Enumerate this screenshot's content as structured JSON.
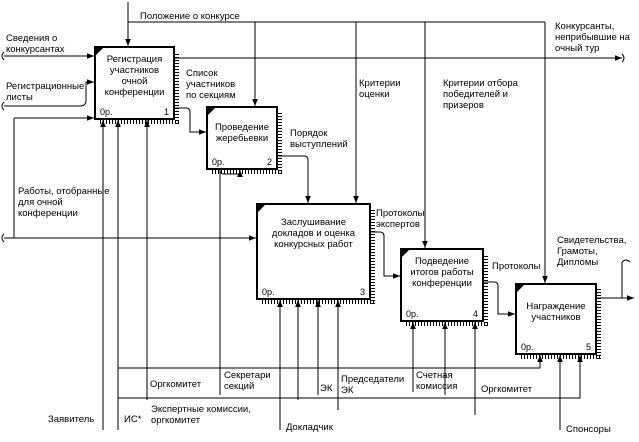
{
  "boxes": [
    {
      "title": "Регистрация участников очной конференции",
      "cost": "0р.",
      "num": "1"
    },
    {
      "title": "Проведение жеребьевки",
      "cost": "0р.",
      "num": "2"
    },
    {
      "title": "Заслушивание докладов и оценка конкурсных работ",
      "cost": "0р.",
      "num": "3"
    },
    {
      "title": "Подведение итогов работы конференции",
      "cost": "0р.",
      "num": "4"
    },
    {
      "title": "Награждение участников",
      "cost": "0р.",
      "num": "5"
    }
  ],
  "labels": {
    "polozhenie": "Положение о конкурсе",
    "svedeniya": "Сведения о конкурсантах",
    "registr": "Регистрационные листы",
    "raboty": "Работы, отобранные для очной конференции",
    "spisok": "Список участников по секциям",
    "kriterii_ocenki": "Критерии оценки",
    "kriterii_otbora": "Критерии отбора победителей и призеров",
    "konkursanty": "Конкурсанты, неприбывшие на очный тур",
    "poryadok": "Порядок выступлений",
    "protokoly_exp": "Протоколы экспертов",
    "protokoly": "Протоколы",
    "svidetelstva": "Свидетельства, Грамоты, Дипломы",
    "orgkomitet1": "Оргкомитет",
    "sekretari": "Секретари секций",
    "ek": "ЭК",
    "predsedateli": "Председатели ЭК",
    "schetnaya": "Счетная комиссия",
    "orgkomitet2": "Оргкомитет",
    "zayavitel": "Заявитель",
    "is": "ИС*",
    "expertnye": "Экспертные комиссии, оргкомитет",
    "dokladchik": "Докладчик",
    "sponsory": "Спонсоры"
  }
}
